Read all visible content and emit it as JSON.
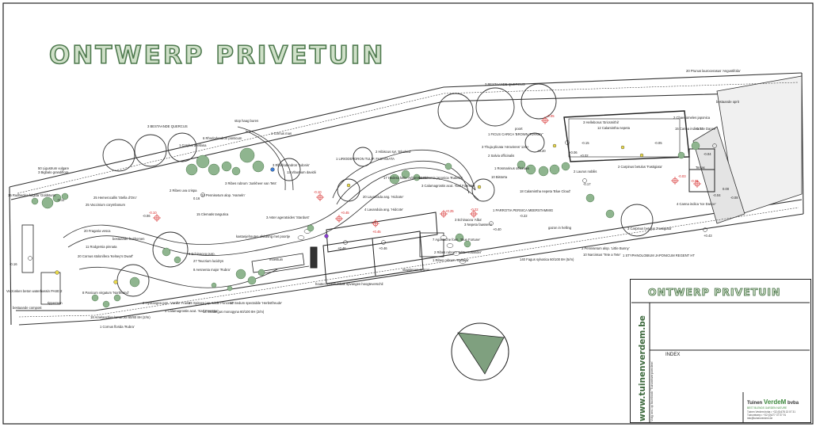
{
  "title": "ONTWERP PRIVETUIN",
  "labels": [
    "3 BESTAANDE QUERCUS",
    "3 BESTAANDE QUERCUS",
    "stop haag buren",
    "1 Cornus mas",
    "6 Rhododendron ponticum",
    "1 Corylus avellana",
    "3 Rhododendron 'Adonis'",
    "3 Ribes rubrum 'Junkheer van Tets'",
    "13 Viburnum davidii",
    "50 Ligustrum vulgare",
    "3 Bigbalo grandiflora",
    "15 Rudbeckia fulgida 'Goldsturm'",
    "2 Ribes uva crispa",
    "24 Pennisetum alop. 'Hameln'",
    "25 Hemerocallis 'Stella d'Oro'",
    "25 Vaccinium corymbosum",
    "20 Fragaria vesca",
    "bestaande fruitbomen",
    "11 Rodgersia pinnata",
    "20 Cornus stolonifera 'Kelsey's Dwarf'",
    "27 Teucrium lucidrys",
    "5 Echinacea purp.",
    "8 Aesnenta major 'Rubra'",
    "8 Panicum virgatum 'Northwind'",
    "2 Hydrangea pan. 'Vanille Fraise'",
    "14 Spiraea jap. 'Little Princess'",
    "10 Sedum spectabile 'Herbstfreude'",
    "3 Calamagrostis acut. 'Karl Foerster'",
    "18 Crataegus monogyna 60/100 8H (2/m)",
    "18 Amelanchier lamarckii 60/80 8H (2/m)",
    "1 Cornus florida 'Rubra'",
    "tipperman",
    "bestaande compost",
    "1 LIRIODENDRON TULIP. FASTIGIATA",
    "2 Hibiscus syr. 'Bluebird'",
    "17 Hedera helix 'Arborescens'",
    "20 Lavandula ang. 'Hidcote'",
    "19 Skimmia japonica 'Rubella'",
    "3 Calamagrostis acut. 'Karl Foerster'",
    "3 Aster ageratoides 'Stardust'",
    "15 Clematis tangutica",
    "18 Calamintha nepeta 'Blue Cloud'",
    "4 Lavandula ang. 'Hidcote'",
    "3 Echinacea 'Alba'",
    "3 Nepeta faassenii",
    "7 Agastache foen. 'Blue Fortune'",
    "2 Ribes rubrum 'Witte Hollander'",
    "1 Ribes rubrum 'Rovada'",
    "kastanjehouten afsluiting met poortje",
    "houten moestuinbak opvangen hoogteverschil",
    "stapstenen in gras",
    "1 FICUS CARICA 'BROWN TURKEY'",
    "3 Thuja plicata 'Atrovirens' 125+",
    "2 Salvia officinalis",
    "1 Rosmarinus officinalis",
    "10 Bistorta",
    "2 Laurus nobilis",
    "1 PARROTIA PERSICA MEERSTAMMIG",
    "1 STYPHNOLOBIUM JAPONICUM REGENT HT",
    "3 Pennisetum alop. 'Little Bunny'",
    "10 Narcissus 'Tete a Tete'",
    "3 Carpinus betulus 'Fastigiata'",
    "140 Fagus sylvatica 60/100 8H (5/m)",
    "12 Calamintha nepeta",
    "3 Helleborus 'Ericsmithii'",
    "2 Chaenomeles japonica",
    "15 Canna indica 'Ice Dance'",
    "2 Carpinus betulus 'Fastigiata'",
    "bestaande oprit",
    "20 Prunus laurocerasus 'Angustifolia'",
    "gazon in helling",
    "Verzonken beton waterbassin PASE 2",
    "moestuin",
    "4 Canna indica 'Ice Dance'",
    "Terras",
    "poort"
  ],
  "heights": [
    "-0.16",
    "-0.11",
    "0.16",
    "+0.46",
    "+0.46",
    "-0.06",
    "+0.20",
    "+0.40",
    "-0.22",
    "+0.43",
    "-0.17",
    "-0.04",
    "+0.02",
    "-0.15",
    "+0.06",
    "-0.05",
    "0.00",
    "-0.04",
    "-0.08",
    "-0.02"
  ],
  "red_heights": [
    "-0.10",
    "-0.10",
    "+0.45",
    "+0.45",
    "+0.25",
    "-0.22",
    "-0.05",
    "-0.03",
    "-0.05"
  ],
  "title_block": {
    "title": "ONTWERP PRIVETUIN",
    "website": "www.tuinenverdem.be",
    "social": "Volg ons op facebook 'Tuinontwerpverdem'",
    "index_label": "INDEX",
    "logo_prefix": "Tuinen",
    "logo_brand": "VerdeM",
    "logo_suffix": "bvba",
    "tagline": "BEST BLENDS GARDEN NATURE",
    "contact": [
      "Tuinen Verdem bvba • +32 (0)478 13 07 31",
      "Tuinontwerp • +32 (0)477 37 07 91",
      "info@tuinenverdem.be"
    ]
  },
  "colors": {
    "title_fill": "#cfe0c8",
    "title_stroke": "#4f7a4f",
    "plant_green": "#6e9c6e",
    "accent_red": "#d42020",
    "north_fill": "#7fa07f"
  }
}
